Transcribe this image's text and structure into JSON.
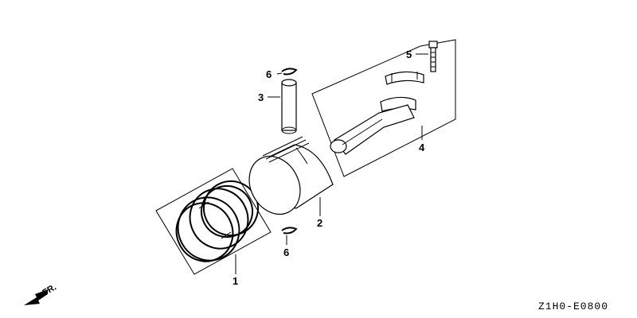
{
  "callouts": {
    "c1": "1",
    "c2": "2",
    "c3": "3",
    "c4": "4",
    "c5": "5",
    "c6_top": "6",
    "c6_bottom": "6"
  },
  "direction_label": "FR.",
  "diagram_code": "Z1H0-E0800"
}
